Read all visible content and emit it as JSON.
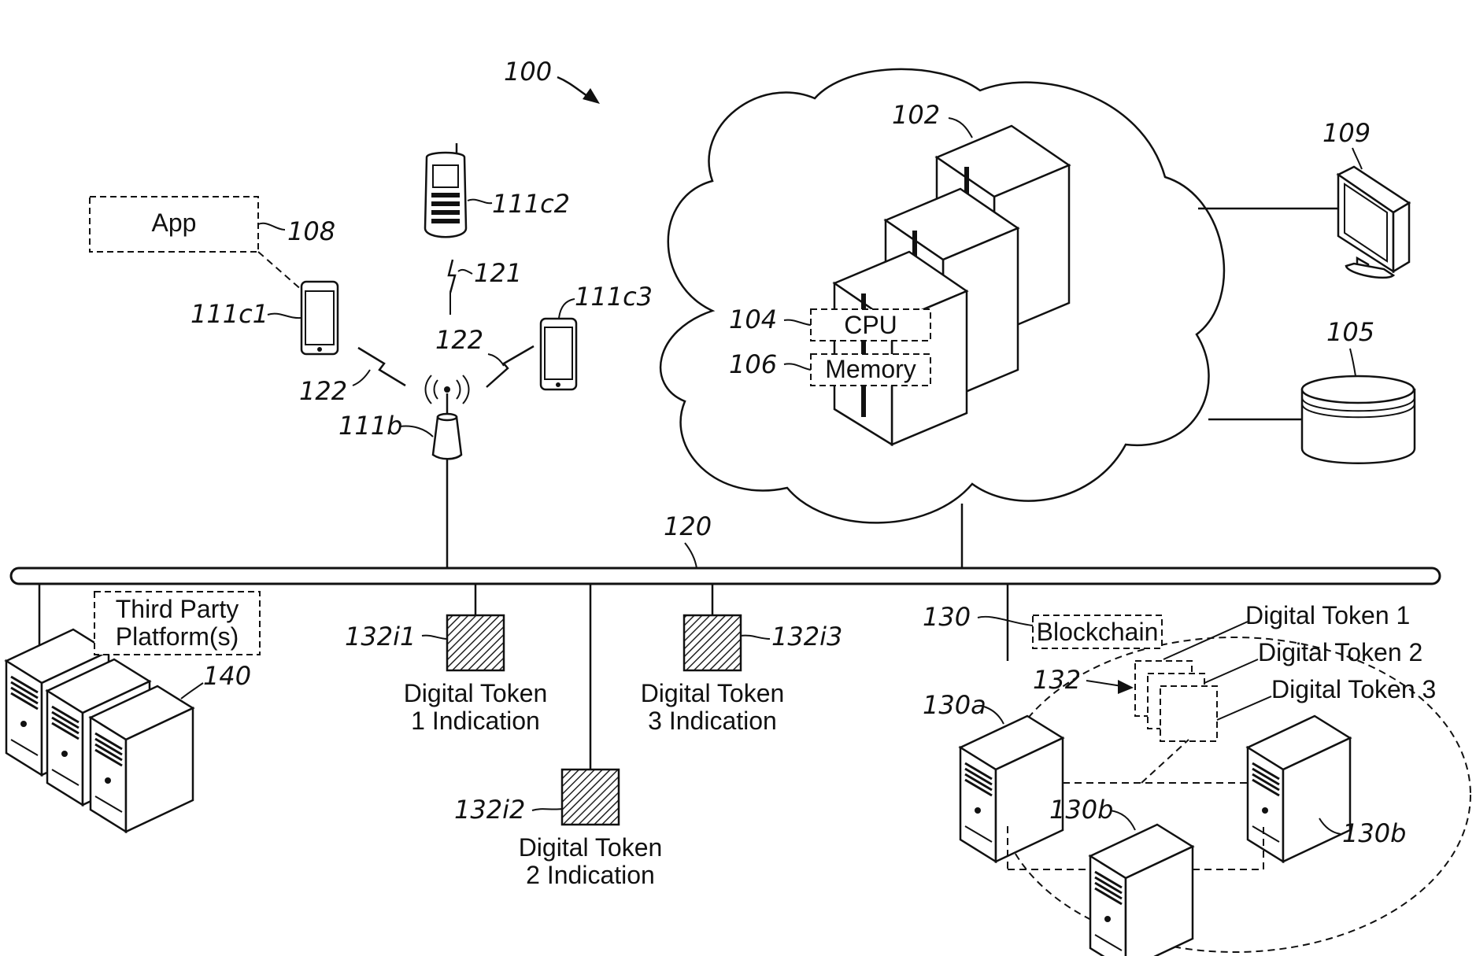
{
  "refs": {
    "system": "100",
    "server_group": "102",
    "cpu_ref": "104",
    "database": "105",
    "memory_ref": "106",
    "app_ref": "108",
    "monitor": "109",
    "base_station": "111b",
    "phone_1": "111c1",
    "phone_2": "111c2",
    "phone_3": "111c3",
    "network": "120",
    "link_121": "121",
    "link_122_left": "122",
    "link_122_right": "122",
    "blockchain_ref": "130",
    "node_a": "130a",
    "node_b_1": "130b",
    "node_b_2": "130b",
    "token_stack": "132",
    "indication_1": "132i1",
    "indication_2": "132i2",
    "indication_3": "132i3",
    "third_party_ref": "140"
  },
  "labels": {
    "app": "App",
    "cpu": "CPU",
    "memory": "Memory",
    "third_party_line1": "Third Party",
    "third_party_line2": "Platform(s)",
    "blockchain": "Blockchain",
    "token_1": "Digital Token 1",
    "token_2": "Digital Token 2",
    "token_3": "Digital Token 3",
    "ind1_line1": "Digital Token",
    "ind1_line2": "1 Indication",
    "ind2_line1": "Digital Token",
    "ind2_line2": "2 Indication",
    "ind3_line1": "Digital Token",
    "ind3_line2": "3 Indication"
  }
}
